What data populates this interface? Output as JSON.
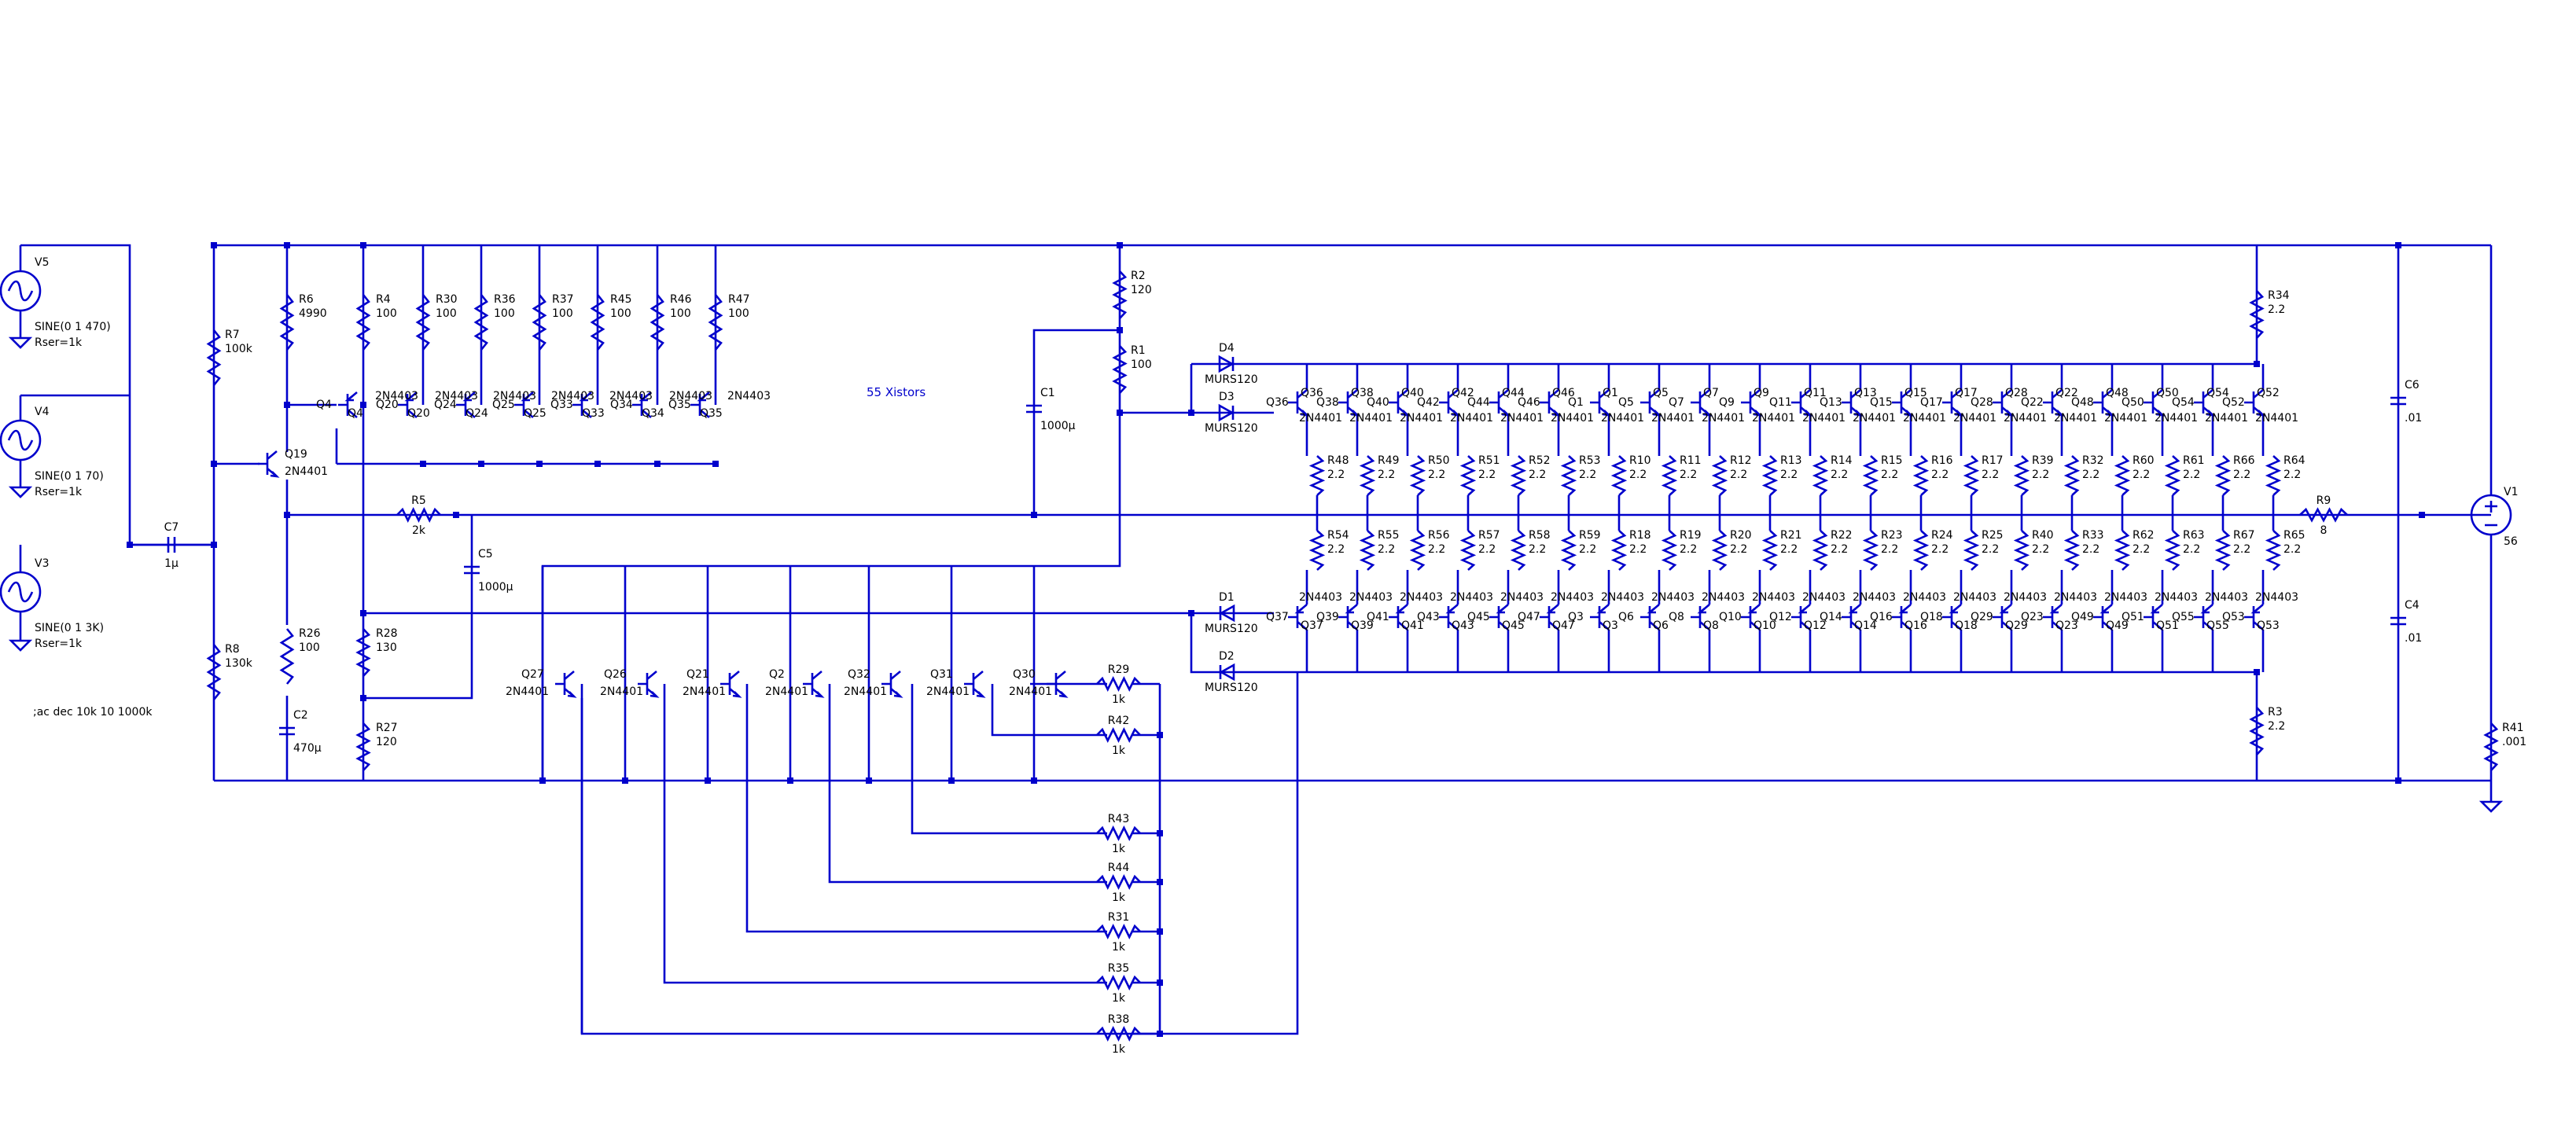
{
  "colors": {
    "wire": "#0000cc",
    "text": "#000000",
    "note": "#0000cc",
    "background": "#ffffff"
  },
  "notes": {
    "transistor_count": "55 Xistors",
    "ac_directive": ";ac dec 10k 10 1000k"
  },
  "sources": {
    "V5": {
      "name": "V5",
      "value": "SINE(0 1 470)",
      "rser": "Rser=1k"
    },
    "V4": {
      "name": "V4",
      "value": "SINE(0 1 70)",
      "rser": "Rser=1k"
    },
    "V3": {
      "name": "V3",
      "value": "SINE(0 1 3K)",
      "rser": "Rser=1k"
    },
    "V1": {
      "name": "V1",
      "value": "56"
    }
  },
  "input": {
    "C7": {
      "name": "C7",
      "value": "1µ"
    },
    "R7": {
      "name": "R7",
      "value": "100k"
    },
    "R8": {
      "name": "R8",
      "value": "130k"
    },
    "Q19": {
      "name": "Q19",
      "model": "2N4401"
    }
  },
  "bias": {
    "R6": {
      "name": "R6",
      "value": "4990"
    },
    "R26": {
      "name": "R26",
      "value": "100"
    },
    "C2": {
      "name": "C2",
      "value": "470µ"
    },
    "R28": {
      "name": "R28",
      "value": "130"
    },
    "R27": {
      "name": "R27",
      "value": "120"
    },
    "R5": {
      "name": "R5",
      "value": "2k"
    },
    "C5": {
      "name": "C5",
      "value": "1000µ"
    },
    "R2": {
      "name": "R2",
      "value": "120"
    },
    "R1": {
      "name": "R1",
      "value": "100"
    },
    "C1": {
      "name": "C1",
      "value": "1000µ"
    }
  },
  "upper_pnp": [
    {
      "q": "Q4",
      "r": "R4",
      "rv": "100",
      "model": "2N4403"
    },
    {
      "q": "Q20",
      "r": "R30",
      "rv": "100",
      "model": "2N4403"
    },
    {
      "q": "Q24",
      "r": "R36",
      "rv": "100",
      "model": "2N4403"
    },
    {
      "q": "Q25",
      "r": "R37",
      "rv": "100",
      "model": "2N4403"
    },
    {
      "q": "Q33",
      "r": "R45",
      "rv": "100",
      "model": "2N4403"
    },
    {
      "q": "Q34",
      "r": "R46",
      "rv": "100",
      "model": "2N4403"
    },
    {
      "q": "Q35",
      "r": "R47",
      "rv": "100",
      "model": "2N4403"
    }
  ],
  "lower_npn": [
    {
      "q": "Q27",
      "model": "2N4401"
    },
    {
      "q": "Q26",
      "model": "2N4401"
    },
    {
      "q": "Q21",
      "model": "2N4401"
    },
    {
      "q": "Q2",
      "model": "2N4401"
    },
    {
      "q": "Q32",
      "model": "2N4401"
    },
    {
      "q": "Q31",
      "model": "2N4401"
    },
    {
      "q": "Q30",
      "model": "2N4401"
    }
  ],
  "base_resistors": [
    {
      "name": "R29",
      "value": "1k"
    },
    {
      "name": "R42",
      "value": "1k"
    },
    {
      "name": "R43",
      "value": "1k"
    },
    {
      "name": "R44",
      "value": "1k"
    },
    {
      "name": "R31",
      "value": "1k"
    },
    {
      "name": "R35",
      "value": "1k"
    },
    {
      "name": "R38",
      "value": "1k"
    }
  ],
  "diodes": [
    {
      "name": "D4",
      "model": "MURS120"
    },
    {
      "name": "D3",
      "model": "MURS120"
    },
    {
      "name": "D1",
      "model": "MURS120"
    },
    {
      "name": "D2",
      "model": "MURS120"
    }
  ],
  "output_top": [
    {
      "q": "Q36",
      "r": "R48",
      "rv": "2.2"
    },
    {
      "q": "Q38",
      "r": "R49",
      "rv": "2.2"
    },
    {
      "q": "Q40",
      "r": "R50",
      "rv": "2.2"
    },
    {
      "q": "Q42",
      "r": "R51",
      "rv": "2.2"
    },
    {
      "q": "Q44",
      "r": "R52",
      "rv": "2.2"
    },
    {
      "q": "Q46",
      "r": "R53",
      "rv": "2.2"
    },
    {
      "q": "Q1",
      "r": "R10",
      "rv": "2.2"
    },
    {
      "q": "Q5",
      "r": "R11",
      "rv": "2.2"
    },
    {
      "q": "Q7",
      "r": "R12",
      "rv": "2.2"
    },
    {
      "q": "Q9",
      "r": "R13",
      "rv": "2.2"
    },
    {
      "q": "Q11",
      "r": "R14",
      "rv": "2.2"
    },
    {
      "q": "Q13",
      "r": "R15",
      "rv": "2.2"
    },
    {
      "q": "Q15",
      "r": "R16",
      "rv": "2.2"
    },
    {
      "q": "Q17",
      "r": "R17",
      "rv": "2.2"
    },
    {
      "q": "Q28",
      "r": "R39",
      "rv": "2.2"
    },
    {
      "q": "Q22",
      "r": "R32",
      "rv": "2.2"
    },
    {
      "q": "Q48",
      "r": "R60",
      "rv": "2.2"
    },
    {
      "q": "Q50",
      "r": "R61",
      "rv": "2.2"
    },
    {
      "q": "Q54",
      "r": "R66",
      "rv": "2.2"
    },
    {
      "q": "Q52",
      "r": "R64",
      "rv": "2.2"
    }
  ],
  "output_top_model": "2N4401",
  "output_bottom": [
    {
      "q": "Q37",
      "r": "R54",
      "rv": "2.2"
    },
    {
      "q": "Q39",
      "r": "R55",
      "rv": "2.2"
    },
    {
      "q": "Q41",
      "r": "R56",
      "rv": "2.2"
    },
    {
      "q": "Q43",
      "r": "R57",
      "rv": "2.2"
    },
    {
      "q": "Q45",
      "r": "R58",
      "rv": "2.2"
    },
    {
      "q": "Q47",
      "r": "R59",
      "rv": "2.2"
    },
    {
      "q": "Q3",
      "r": "R18",
      "rv": "2.2"
    },
    {
      "q": "Q6",
      "r": "R19",
      "rv": "2.2"
    },
    {
      "q": "Q8",
      "r": "R20",
      "rv": "2.2"
    },
    {
      "q": "Q10",
      "r": "R21",
      "rv": "2.2"
    },
    {
      "q": "Q12",
      "r": "R22",
      "rv": "2.2"
    },
    {
      "q": "Q14",
      "r": "R23",
      "rv": "2.2"
    },
    {
      "q": "Q16",
      "r": "R24",
      "rv": "2.2"
    },
    {
      "q": "Q18",
      "r": "R25",
      "rv": "2.2"
    },
    {
      "q": "Q29",
      "r": "R40",
      "rv": "2.2"
    },
    {
      "q": "Q23",
      "r": "R33",
      "rv": "2.2"
    },
    {
      "q": "Q49",
      "r": "R62",
      "rv": "2.2"
    },
    {
      "q": "Q51",
      "r": "R63",
      "rv": "2.2"
    },
    {
      "q": "Q55",
      "r": "R67",
      "rv": "2.2"
    },
    {
      "q": "Q53",
      "r": "R65",
      "rv": "2.2"
    }
  ],
  "output_bottom_model": "2N4403",
  "output": {
    "R34": {
      "name": "R34",
      "value": "2.2"
    },
    "R3": {
      "name": "R3",
      "value": "2.2"
    },
    "R9": {
      "name": "R9",
      "value": "8"
    },
    "C6": {
      "name": "C6",
      "value": ".01"
    },
    "C4": {
      "name": "C4",
      "value": ".01"
    },
    "R41": {
      "name": "R41",
      "value": ".001"
    }
  }
}
